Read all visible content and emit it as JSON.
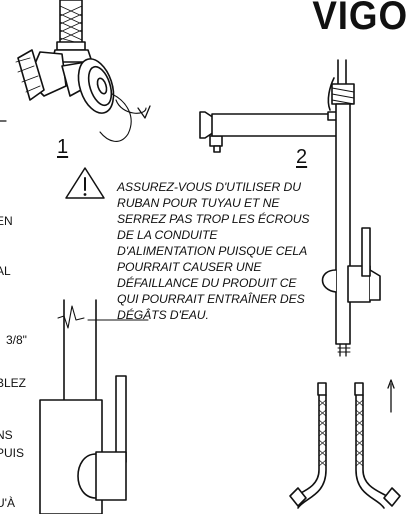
{
  "brand": "VIGO",
  "steps": {
    "one": "1",
    "two": "2"
  },
  "warning": {
    "icon": "warning-triangle-icon",
    "lines": [
      "ASSUREZ-VOUS D'UTILISER DU",
      "RUBAN POUR TUYAU ET NE",
      "SERREZ PAS TROP LES ÉCROUS",
      "DE LA CONDUITE",
      "D'ALIMENTATION PUISQUE CELA",
      "POURRAIT CAUSER UNE",
      "DÉFAILLANCE DU PRODUIT CE",
      "QUI POURRAIT ENTRAÎNER DES",
      "DÉGÂTS D'EAU."
    ]
  },
  "pipe_size": "3/8\"",
  "left_fragments": [
    "EN",
    "AL",
    "BLEZ",
    "NS",
    "PUIS",
    "U'À"
  ]
}
